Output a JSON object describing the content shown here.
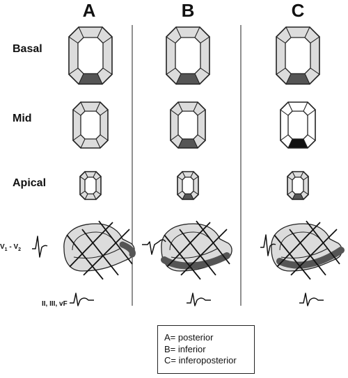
{
  "columns": [
    {
      "label": "A",
      "highlight": {
        "basal": "inferior",
        "mid": null,
        "apical": null,
        "longAxis": null
      },
      "ecg_v1v2": "r-wave-dominant",
      "ecg_inferior": "st-elevation"
    },
    {
      "label": "B",
      "highlight": {
        "basal": "inferior",
        "mid": "inferior",
        "apical": "inferior",
        "longAxis": "inferior"
      },
      "ecg_v1v2": "st-elevation",
      "ecg_inferior": "st-elevation"
    },
    {
      "label": "C",
      "highlight": {
        "basal": "inferior",
        "mid": "inferior-dark",
        "apical": "inferior",
        "longAxis": "inferior-posterior"
      },
      "ecg_v1v2": "r-wave-dominant",
      "ecg_inferior": "st-elevation"
    }
  ],
  "rows": {
    "basal": "Basal",
    "mid": "Mid",
    "apical": "Apical"
  },
  "leads": {
    "v1v2_main": "V",
    "v1v2_sub1": "1",
    "v1v2_sep": " - V",
    "v1v2_sub2": "2",
    "inferior": "II, III, vF"
  },
  "legend": [
    "A= posterior",
    "B= inferior",
    "C= inferoposterior"
  ],
  "colors": {
    "segment_light": "#dcdcdc",
    "segment_white": "#ffffff",
    "segment_infarct": "#555555",
    "segment_dark": "#111111",
    "stroke": "#222222"
  }
}
